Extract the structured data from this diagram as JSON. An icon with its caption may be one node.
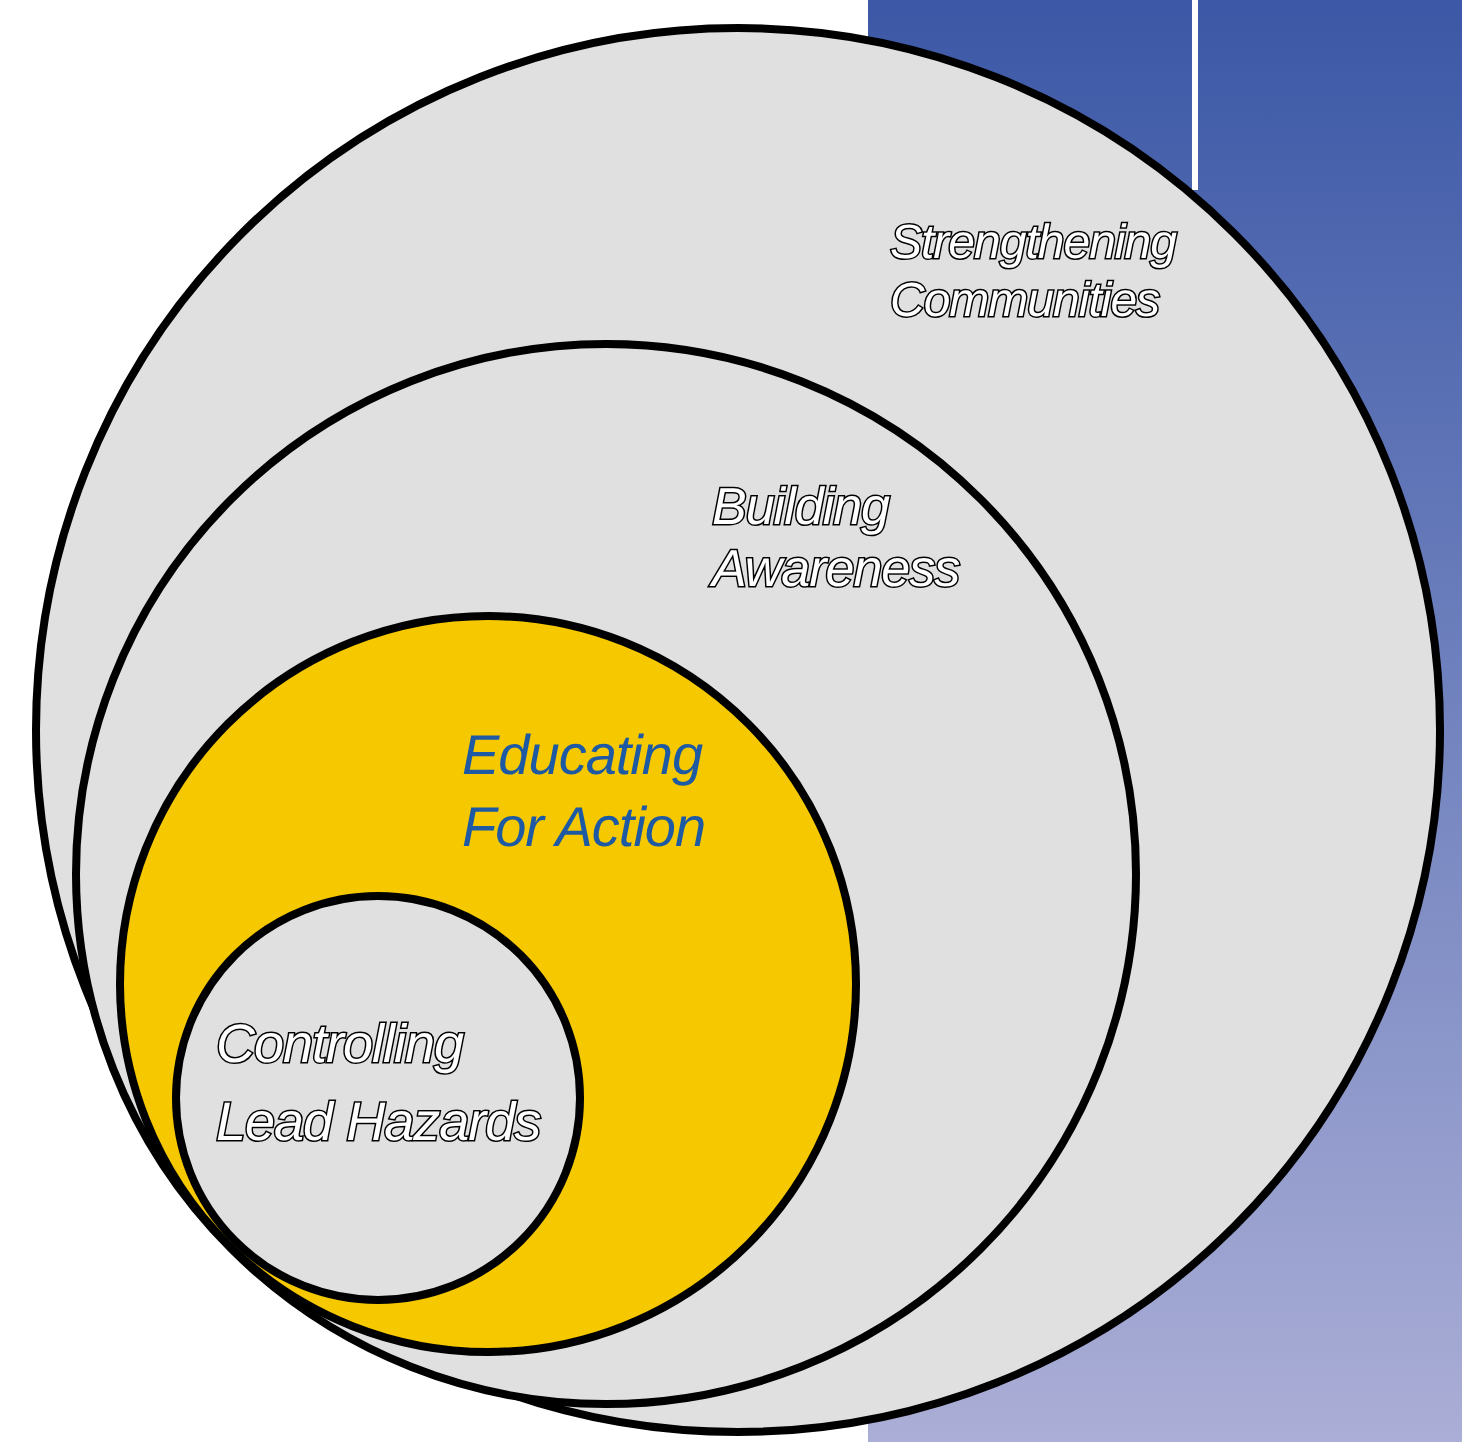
{
  "diagram": {
    "nodes": [
      {
        "text": [
          "Strengthening Communities"
        ]
      },
      {
        "text": [
          "Building Awareness"
        ],
        "in": 0
      },
      {
        "text": [
          "Educating For Action"
        ],
        "in": 1
      },
      {
        "text": [
          "Controlling Lead Hazards"
        ],
        "in": 2
      }
    ]
  }
}
